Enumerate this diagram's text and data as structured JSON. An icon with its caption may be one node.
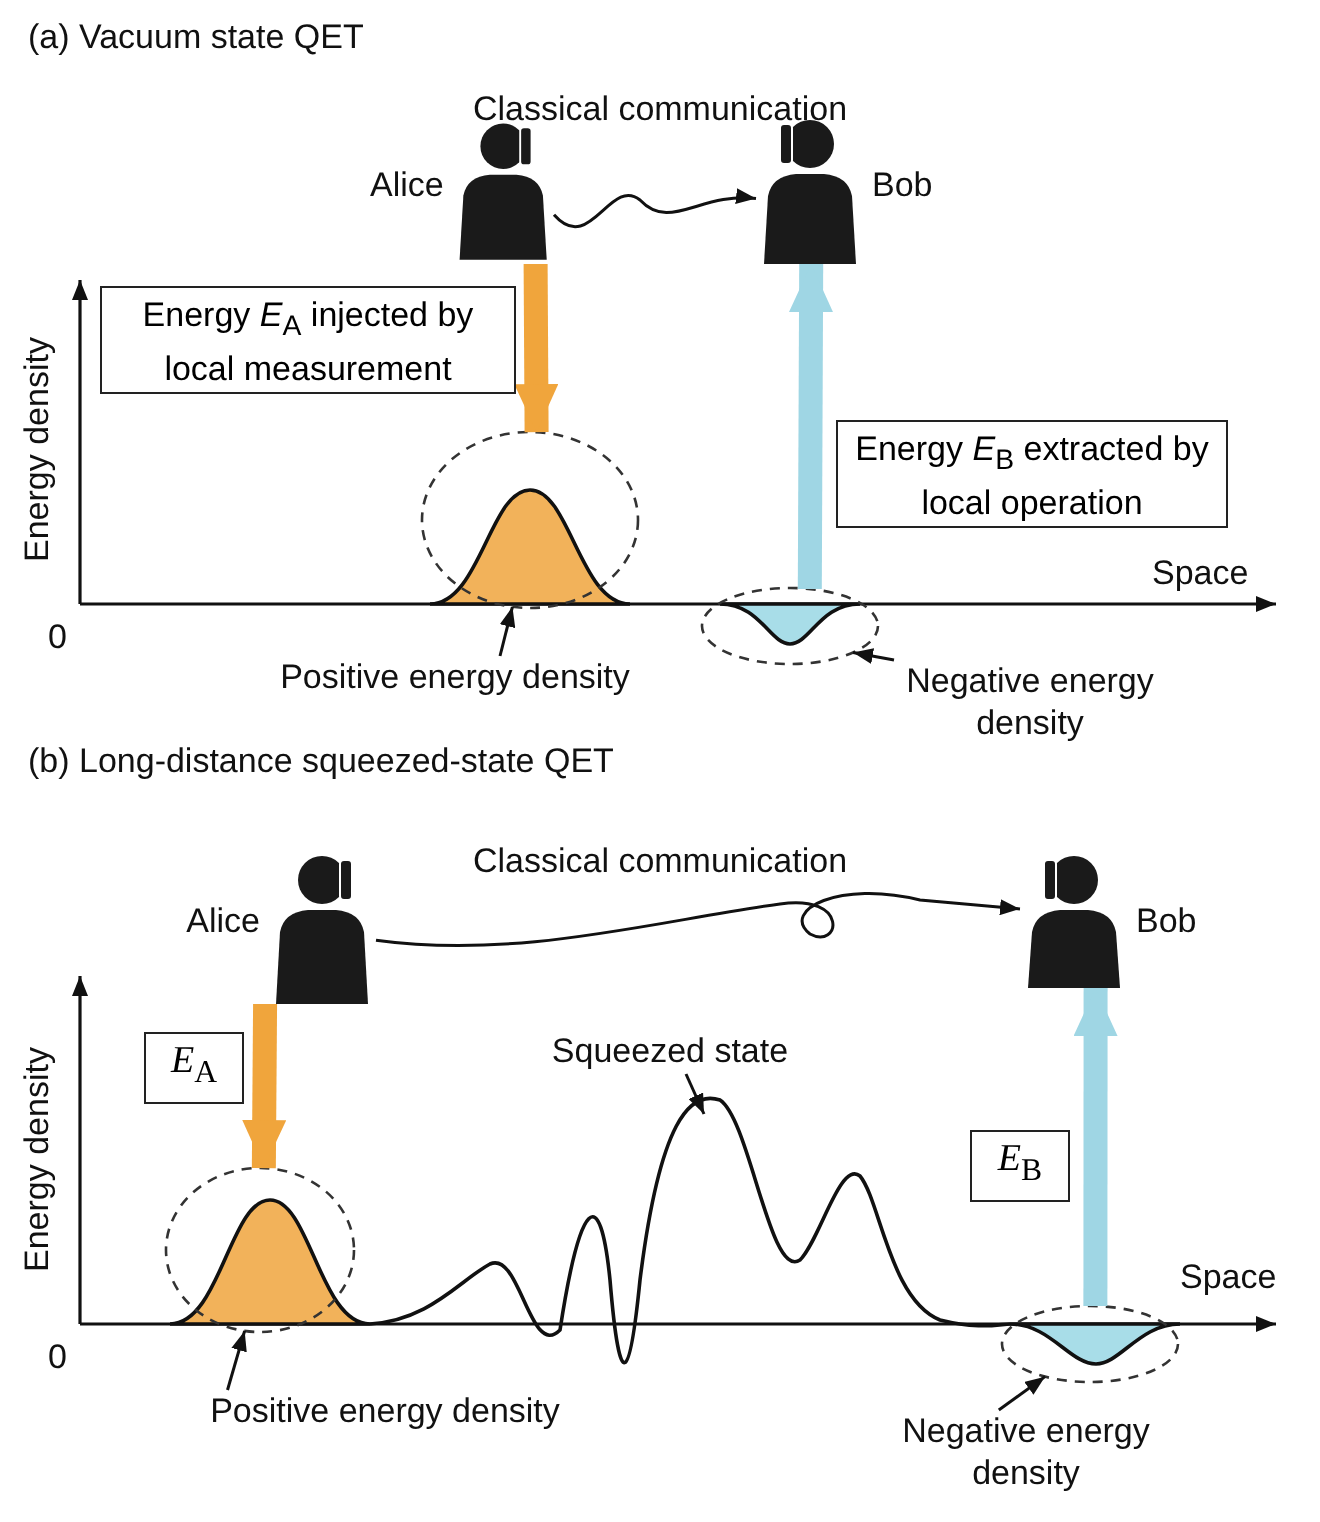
{
  "diagram": {
    "nodes": [
      {
        "text": [
          "Alice"
        ]
      },
      {
        "text": [
          "Bob"
        ]
      },
      {
        "text": [
          "Energy *E*$_{A}$ injected by local measurement"
        ]
      },
      {
        "text": [
          "Energy *E*$_{B}$ extracted by local operation"
        ]
      },
      {
        "text": [],
        "shape": "circle"
      },
      {
        "text": [],
        "shape": "circle"
      },
      {
        "text": [
          "Positive energy density"
        ]
      },
      {
        "text": [
          "Negative energy density"
        ]
      },
      {
        "text": [
          "Alice"
        ]
      },
      {
        "text": [
          "Bob"
        ]
      },
      {
        "text": [
          "*E*$_{A}$"
        ]
      },
      {
        "text": [
          "*E*$_{B}$"
        ]
      },
      {
        "text": [],
        "shape": "circle"
      },
      {
        "text": [],
        "shape": "circle"
      },
      {
        "text": [
          "Positive energy density"
        ]
      },
      {
        "text": [
          "Negative energy density"
        ]
      },
      {
        "text": [
          "Squeezed state"
        ]
      }
    ],
    "edges": [
      {
        "from": 0,
        "to": 1,
        "arrow": "to",
        "label": "Classical communication"
      },
      {
        "from": 0,
        "to": 4,
        "arrow": "to",
        "style": "thick",
        "color": "#f0a53c"
      },
      {
        "from": 5,
        "to": 1,
        "arrow": "to",
        "style": "thick",
        "color": "#9fd6e4"
      },
      {
        "from": 6,
        "to": 4,
        "arrow": "to"
      },
      {
        "from": 7,
        "to": 5,
        "arrow": "to"
      },
      {
        "from": 8,
        "to": 9,
        "arrow": "to",
        "label": "Classical communication"
      },
      {
        "from": 8,
        "to": 12,
        "arrow": "to",
        "style": "thick",
        "color": "#f0a53c"
      },
      {
        "from": 13,
        "to": 9,
        "arrow": "to",
        "style": "thick",
        "color": "#9fd6e4"
      },
      {
        "from": 14,
        "to": 12,
        "arrow": "to"
      },
      {
        "from": 15,
        "to": 13,
        "arrow": "to"
      },
      {
        "from": 16,
        "to": null,
        "arrow": "to"
      }
    ],
    "labels": [
      "(a) Vacuum state QET",
      "Energy density",
      "Space",
      "0",
      "(b) Long-distance squeezed-state QET",
      "Energy density",
      "Space",
      "0"
    ]
  }
}
